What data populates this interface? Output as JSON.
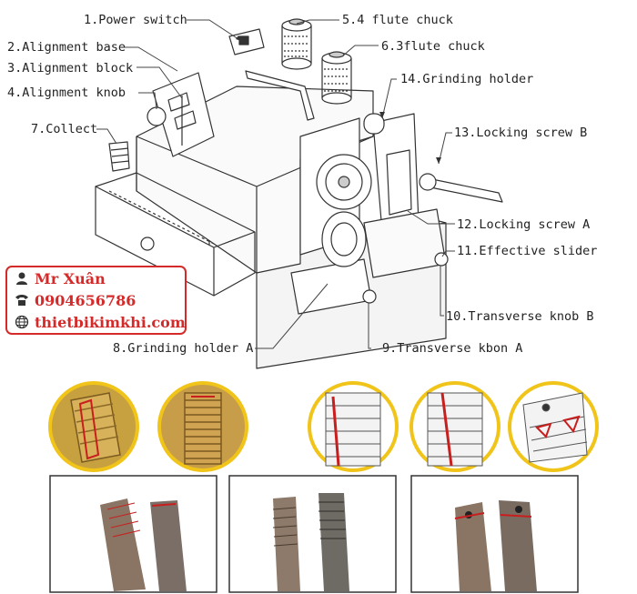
{
  "labels": {
    "power_switch": "1.Power switch",
    "alignment_base": "2.Alignment base",
    "alignment_block": "3.Alignment block",
    "alignment_knob": "4.Alignment knob",
    "flute4": "5.4 flute chuck",
    "flute3": "6.3flute chuck",
    "collect": "7.Collect",
    "grinding_holder_a": "8.Grinding holder A",
    "transverse_knob_a": "9.Transverse kbon A",
    "transverse_knob_b": "10.Transverse knob B",
    "effective_slider": "11.Effective slider",
    "locking_screw_a": "12.Locking screw A",
    "locking_screw_b": "13.Locking screw B",
    "grinding_holder": "14.Grinding holder"
  },
  "contact": {
    "name": "Mr Xuân",
    "phone": "0904656786",
    "website": "thietbikimkhi.com",
    "accent": "#d42a2a"
  },
  "colors": {
    "gold_circle_border": "#f0c419",
    "red_edge": "#c81e1e"
  }
}
